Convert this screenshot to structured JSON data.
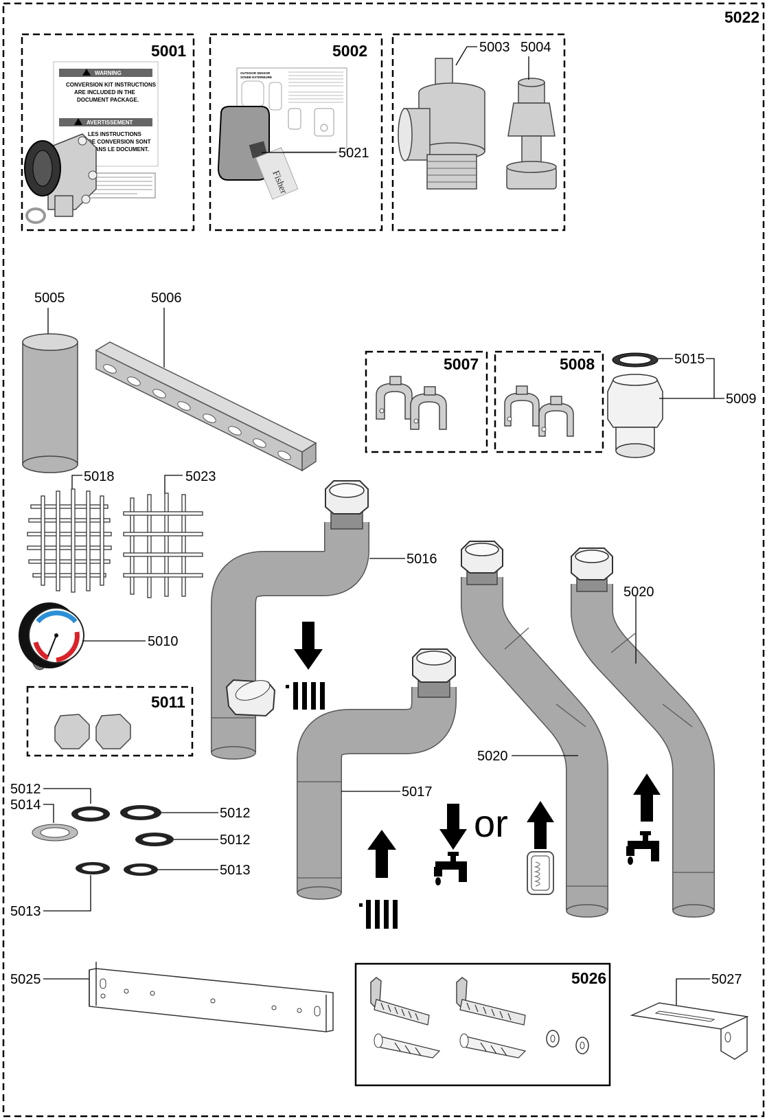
{
  "diagram": {
    "title": "",
    "kit_labels": {
      "k5001": "5001",
      "k5002": "5002",
      "k5007": "5007",
      "k5008": "5008",
      "k5011": "5011",
      "k5022": "5022",
      "k5026": "5026"
    },
    "part_labels": {
      "p5003": "5003",
      "p5004": "5004",
      "p5005": "5005",
      "p5006": "5006",
      "p5009": "5009",
      "p5010": "5010",
      "p5012a": "5012",
      "p5012b": "5012",
      "p5012c": "5012",
      "p5013a": "5013",
      "p5013b": "5013",
      "p5014": "5014",
      "p5015": "5015",
      "p5016": "5016",
      "p5017": "5017",
      "p5018": "5018",
      "p5020a": "5020",
      "p5020b": "5020",
      "p5021": "5021",
      "p5023": "5023",
      "p5025": "5025",
      "p5027": "5027"
    },
    "document_card": {
      "warning": "WARNING",
      "warning_text_1": "CONVERSION KIT INSTRUCTIONS",
      "warning_text_2": "ARE INCLUDED IN THE",
      "warning_text_3": "DOCUMENT PACKAGE.",
      "avertissement": "AVERTISSEMENT",
      "fr_text_1": "LES INSTRUCTIONS",
      "fr_text_2": "DE CONVERSION SONT",
      "fr_text_3": "DANS LE DOCUMENT."
    },
    "sensor_doc": {
      "header_1": "OUTDOOR SENSOR",
      "header_2": "SONDE EXTERIEURE",
      "brand": "Fisher"
    },
    "flow_word": "or",
    "icons": [
      "warning-triangle-icon",
      "arrow-down-icon",
      "arrow-up-icon",
      "radiator-icon",
      "faucet-icon",
      "tank-icon"
    ]
  }
}
